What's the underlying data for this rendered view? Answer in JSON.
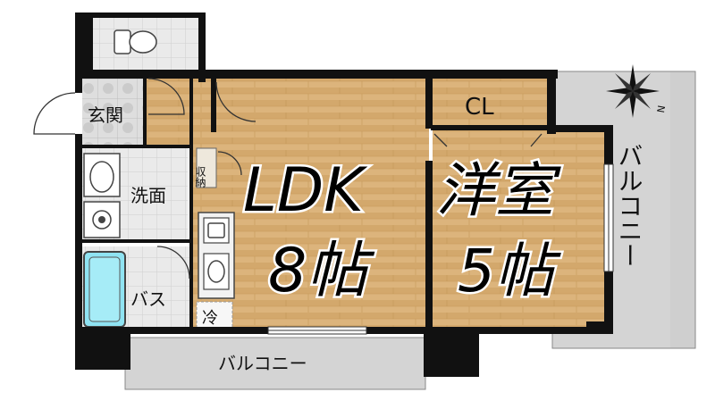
{
  "rooms": {
    "entrance": "玄関",
    "washroom": "洗面",
    "bath": "バス",
    "storage": "収納",
    "fridge": "冷",
    "closet": "CL",
    "ldk_name": "LDK",
    "ldk_size": "8帖",
    "western_name": "洋室",
    "western_size": "5帖",
    "balcony_right": "バルコニー",
    "balcony_bottom": "バルコニー"
  },
  "compass": {
    "north_label": "N"
  },
  "colors": {
    "wall": "#111111",
    "wood": "#d9b27a",
    "wood_grain": "#c99c5f",
    "tile": "#e6e6e6",
    "balcony": "#d2d2d2",
    "bath_tub": "#8fe3f2"
  }
}
